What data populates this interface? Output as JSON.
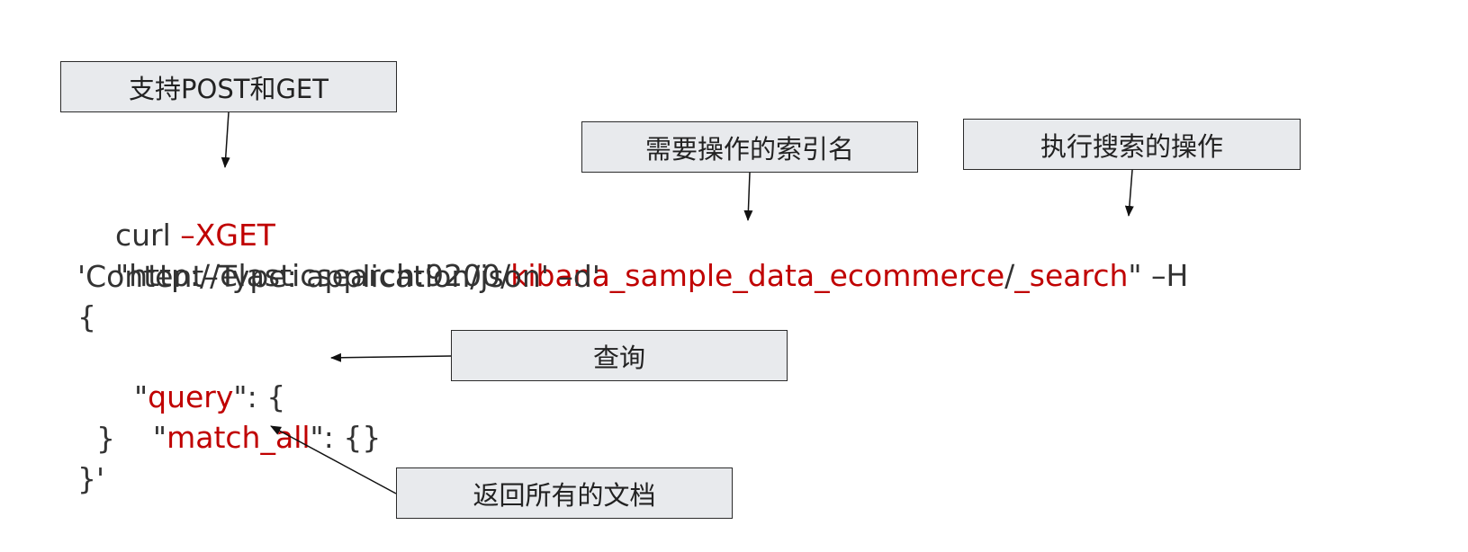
{
  "callouts": {
    "method": "支持POST和GET",
    "index": "需要操作的索引名",
    "search_op": "执行搜索的操作",
    "query": "查询",
    "match_all": "返回所有的文档"
  },
  "code": {
    "line1": {
      "cmd": "curl ",
      "flag": "–XGET"
    },
    "line2": {
      "prefix": "\"http://elasticsearch:9200/",
      "index": "kibana_sample_data_ecommerce",
      "slash": "/",
      "endpoint": "_search",
      "suffix": "\" –H"
    },
    "line3": "'Content–Type: application/json' –d'",
    "line4": "{",
    "line5": {
      "indent": "  \"",
      "key": "query",
      "rest": "\": {"
    },
    "line6": {
      "indent": "    \"",
      "key": "match_all",
      "rest": "\": {}"
    },
    "line7": "  }",
    "line8": "}'"
  },
  "colors": {
    "highlight": "#c00000",
    "code_text": "#333333",
    "callout_fill": "#e8eaed",
    "callout_border": "#2b2b2b"
  }
}
